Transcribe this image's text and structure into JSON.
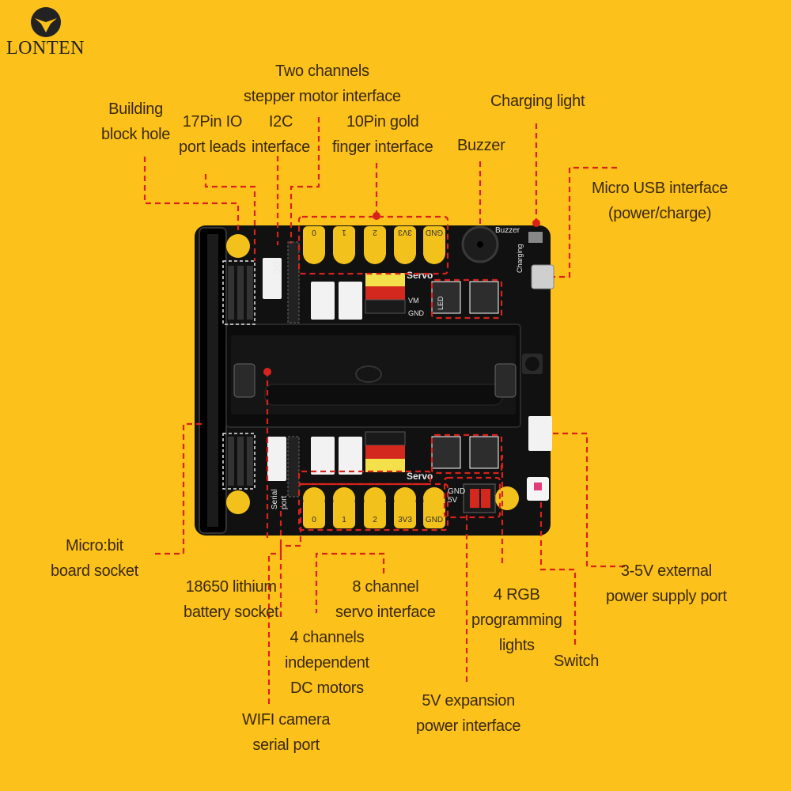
{
  "brand": {
    "name": "LONTEN"
  },
  "labels": {
    "building_block_hole": "Building\nblock hole",
    "io_port_leads": "17Pin IO\nport leads",
    "stepper_interface": "Two channels\nstepper motor interface",
    "i2c_interface": "I2C\ninterface",
    "gold_finger": "10Pin gold\nfinger interface",
    "buzzer": "Buzzer",
    "charging_light": "Charging light",
    "micro_usb": "Micro USB interface\n(power/charge)",
    "microbit_socket": "Micro:bit\nboard socket",
    "battery_socket": "18650 lithium\nbattery socket",
    "servo_interface": "8 channel\nservo interface",
    "dc_motors": "4 channels\nindependent\nDC motors",
    "wifi_camera": "WIFI camera\nserial port",
    "expansion_power": "5V expansion\npower interface",
    "rgb_lights": "4 RGB\nprogramming\nlights",
    "switch": "Switch",
    "external_power": "3-5V external\npower supply port"
  },
  "board_silkscreen": {
    "top_pins": [
      "0",
      "1",
      "2",
      "3V3",
      "GND"
    ],
    "bottom_pins": [
      "0",
      "1",
      "2",
      "3V3",
      "GND"
    ],
    "servo_top": "Servo",
    "servo_bottom": "Servo",
    "buzzer": "Buzzer",
    "charging": "Charging",
    "i2c": "I2C",
    "led": "LED",
    "vm": "VM",
    "gnd": "GND",
    "gnd_5v": "GND\n5V",
    "serial": "Serial",
    "port": "port"
  },
  "colors": {
    "background": "#FCC11A",
    "board": "#111111",
    "gold_pad": "#F2C11B",
    "leader_line": "#D8231C"
  }
}
